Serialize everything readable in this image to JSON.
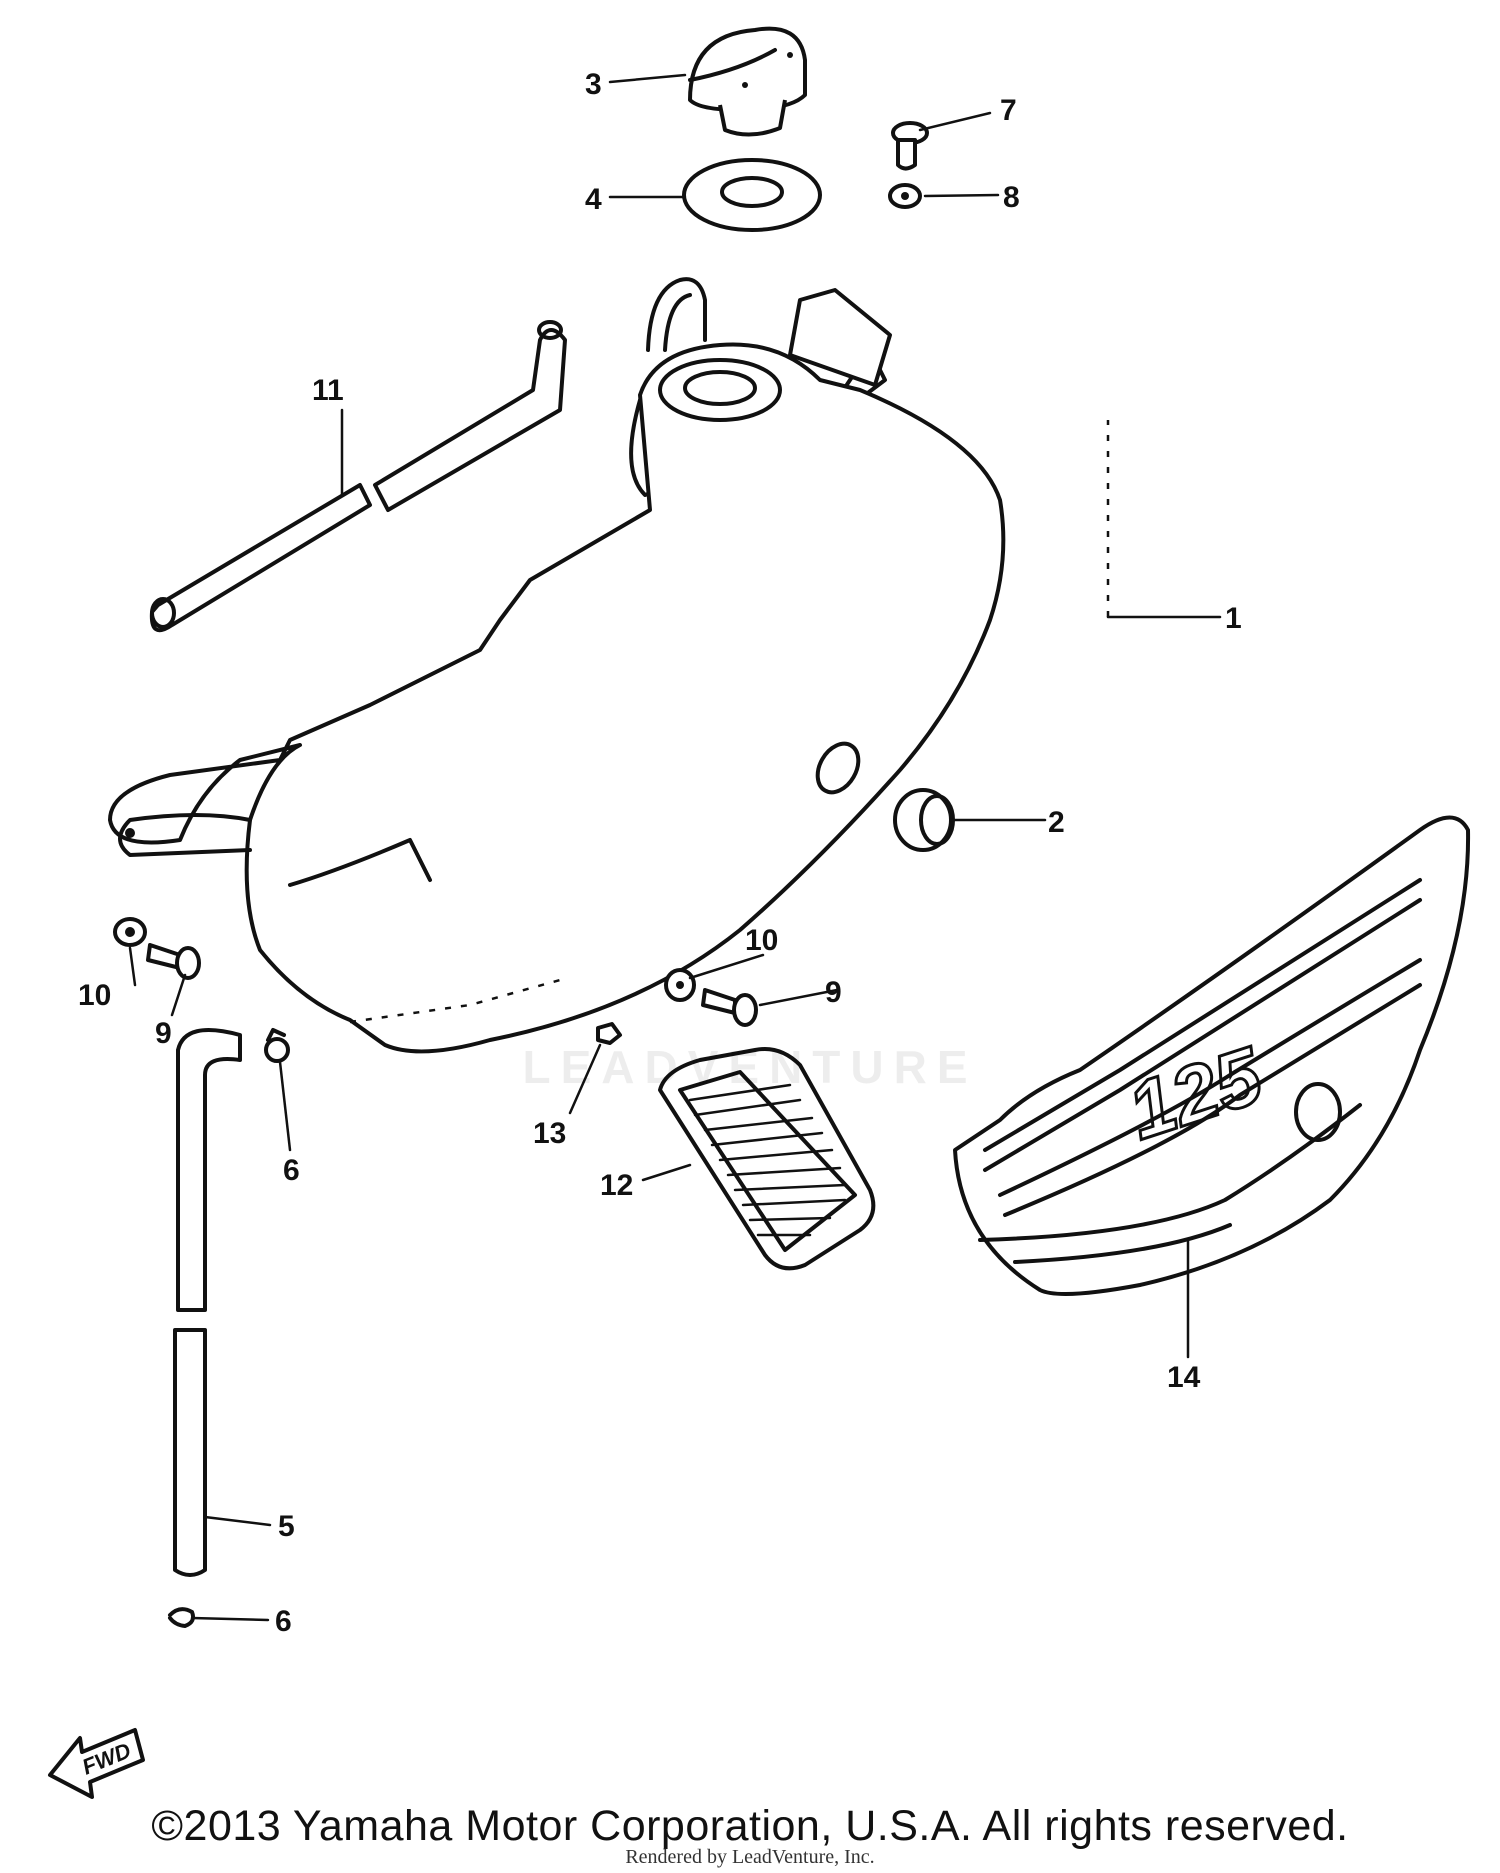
{
  "callouts": {
    "c1": "1",
    "c2": "2",
    "c3": "3",
    "c4": "4",
    "c5": "5",
    "c6a": "6",
    "c6b": "6",
    "c7": "7",
    "c8": "8",
    "c9a": "9",
    "c9b": "9",
    "c10a": "10",
    "c10b": "10",
    "c11": "11",
    "c12": "12",
    "c13": "13",
    "c14": "14"
  },
  "side_cover_badge": "125",
  "fwd_arrow_label": "FWD",
  "watermark": "LEADVENTURE",
  "copyright": "©2013 Yamaha Motor Corporation, U.S.A. All rights reserved.",
  "rendered_by": "Rendered by LeadVenture, Inc."
}
